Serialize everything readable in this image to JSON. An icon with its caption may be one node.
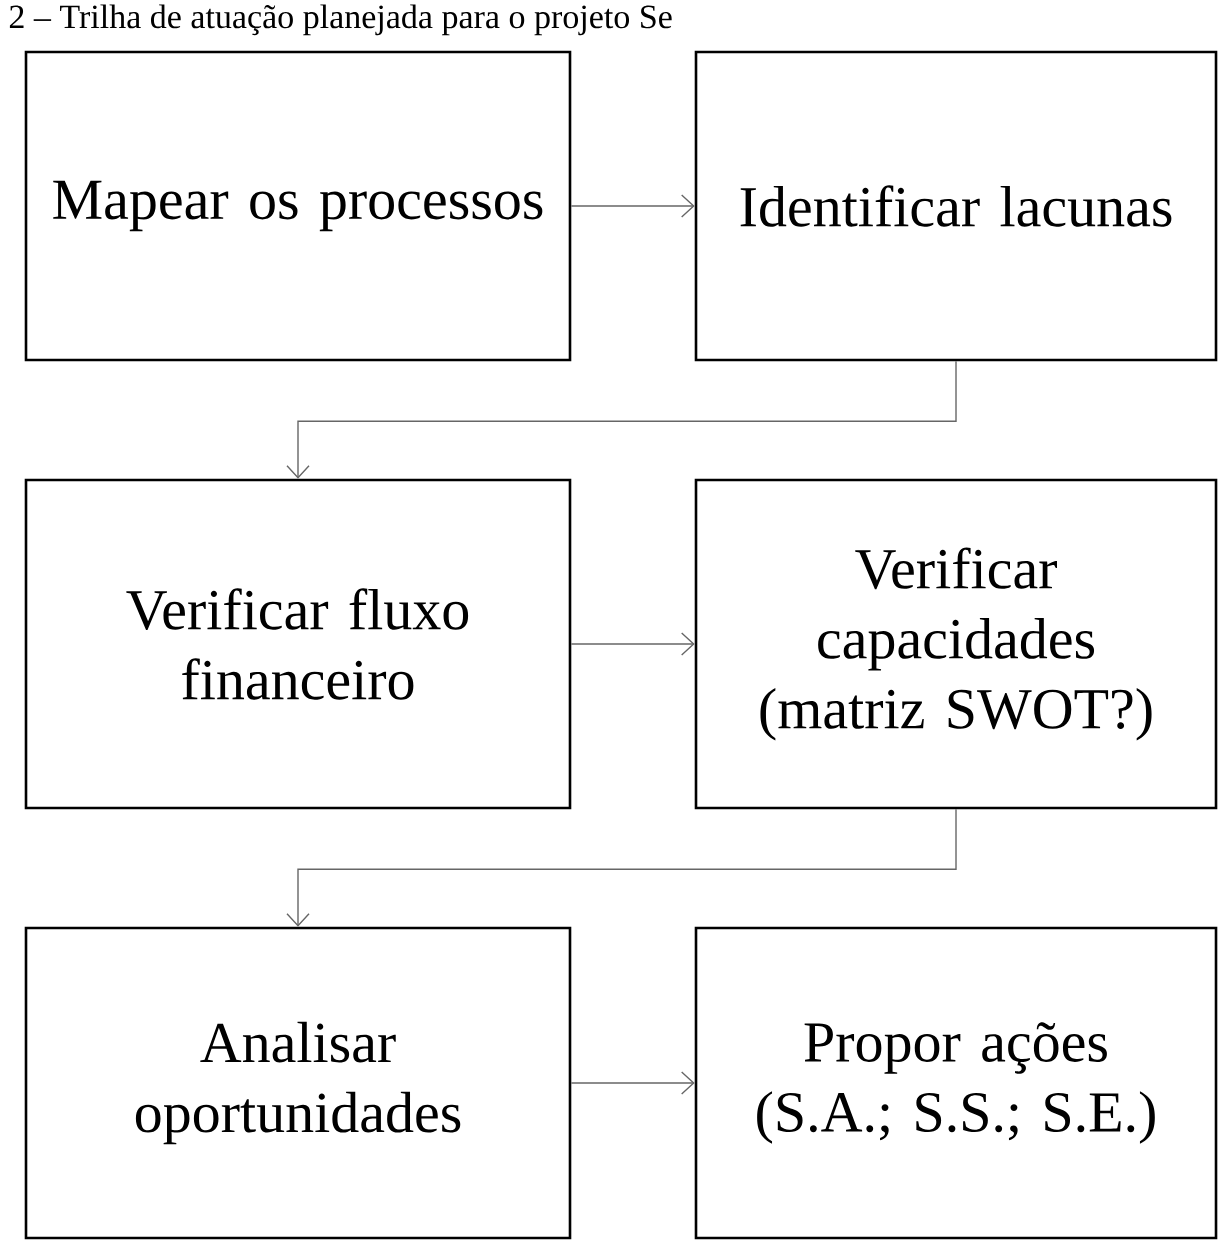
{
  "diagram": {
    "title": "2 – Trilha de atuação planejada para o projeto Se",
    "nodes": [
      {
        "text": [
          "Mapear os processos"
        ]
      },
      {
        "text": [
          "Identificar lacunas"
        ]
      },
      {
        "text": [
          "Verificar fluxo financeiro"
        ]
      },
      {
        "text": [
          "Verificar capacidades (matriz SWOT?)"
        ]
      },
      {
        "text": [
          "Analisar oportunidades"
        ]
      },
      {
        "text": [
          "Propor ações (S.A.; S.S.; S.E.)"
        ]
      }
    ],
    "edges": [
      {
        "from": 0,
        "to": 1,
        "arrow": "to"
      },
      {
        "from": 1,
        "to": 2,
        "arrow": "to"
      },
      {
        "from": 2,
        "to": 3,
        "arrow": "to"
      },
      {
        "from": 3,
        "to": 4,
        "arrow": "to"
      },
      {
        "from": 4,
        "to": 5,
        "arrow": "to"
      }
    ]
  }
}
